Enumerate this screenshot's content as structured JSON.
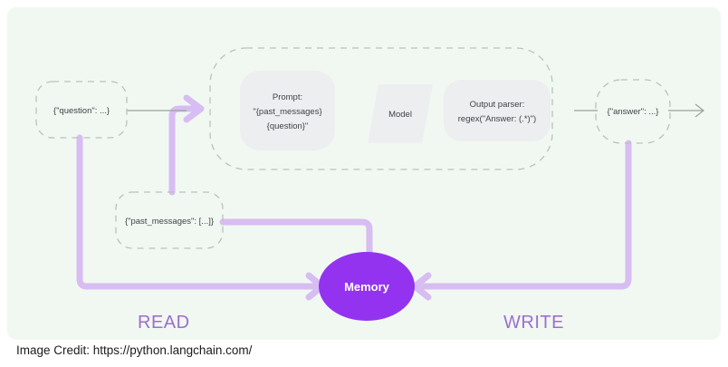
{
  "panel": {
    "background_color": "#f1f8f2"
  },
  "caption": {
    "text": "Image Credit: https://python.langchain.com/"
  },
  "colors": {
    "panel_bg": "#f1f8f2",
    "box_fill": "#eceef0",
    "dashed_stroke": "#b9c2bb",
    "flow_purple": "#d7bdf2",
    "memory_purple": "#9333f0",
    "label_purple": "#9b6fcf",
    "thin_connector": "#9aa29b"
  },
  "nodes": {
    "question": {
      "label": "{\"question\": ...}",
      "shape": "dashed-rounded"
    },
    "past_messages": {
      "label": "{\"past_messages\": [...]}",
      "shape": "dashed-rounded"
    },
    "answer": {
      "label": "{\"answer\": ...}",
      "shape": "dashed-rounded"
    },
    "memory": {
      "label": "Memory",
      "shape": "ellipse"
    }
  },
  "chain": {
    "container_shape": "dashed-rounded-container",
    "steps": [
      {
        "name": "prompt",
        "shape": "rounded-rect",
        "lines": [
          "Prompt:",
          "\"{past_messages}",
          "{question}\""
        ]
      },
      {
        "name": "model",
        "shape": "parallelogram",
        "lines": [
          "Model"
        ]
      },
      {
        "name": "output_parser",
        "shape": "rounded-rect",
        "lines": [
          "Output parser:",
          "regex(\"Answer: (.*)\")"
        ]
      }
    ]
  },
  "labels": {
    "read": "READ",
    "write": "WRITE"
  }
}
